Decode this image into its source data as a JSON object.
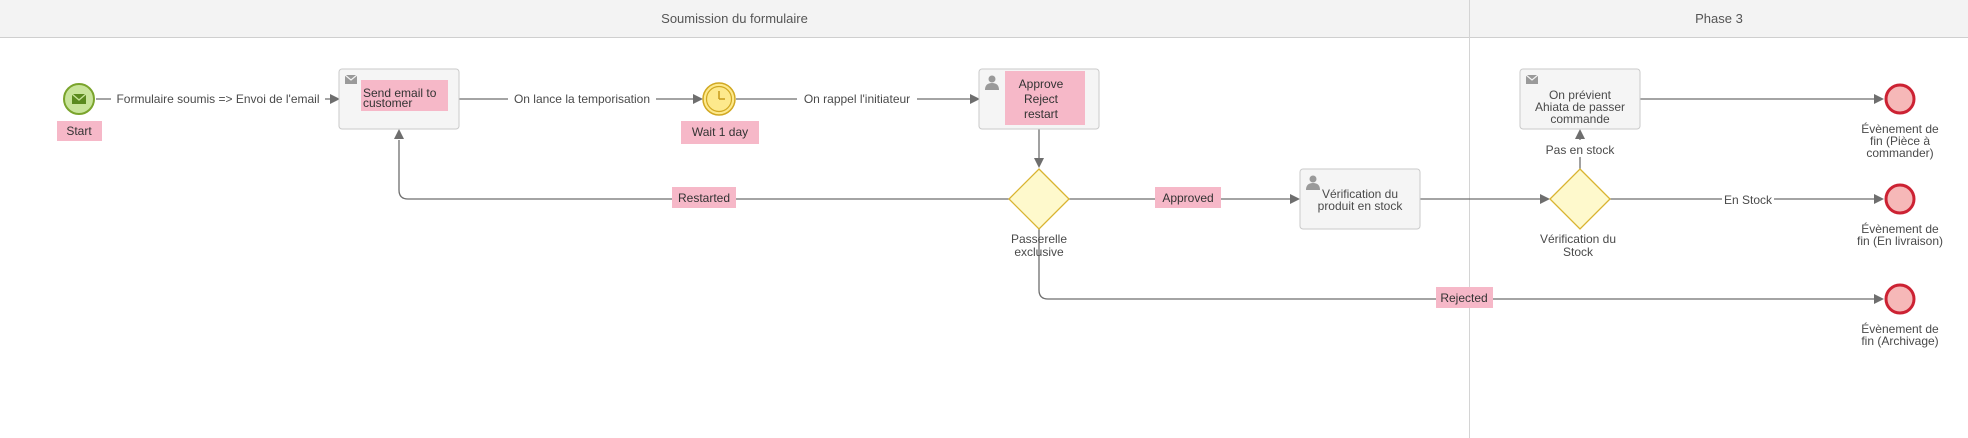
{
  "lanes": {
    "lane1_title": "Soumission du formulaire",
    "lane2_title": "Phase 3"
  },
  "events": {
    "start": "Start",
    "timer": "Wait 1 day",
    "end1": [
      "Évènement de",
      "fin (Pièce à",
      "commander)"
    ],
    "end2": [
      "Évènement de",
      "fin (En livraison)"
    ],
    "end3": [
      "Évènement de",
      "fin (Archivage)"
    ]
  },
  "tasks": {
    "send_email": [
      "Send email to",
      "customer"
    ],
    "approve": [
      "Approve",
      "Reject",
      "restart"
    ],
    "verif_produit": [
      "Vérification du",
      "produit en stock"
    ],
    "on_previent": [
      "On prévient",
      "Ahiata de passer",
      "commande"
    ]
  },
  "gateways": {
    "exclusive": [
      "Passerelle",
      "exclusive"
    ],
    "stock": [
      "Vérification du",
      "Stock"
    ]
  },
  "flows": {
    "f1": "Formulaire soumis => Envoi de l'email",
    "f2": "On lance la temporisation",
    "f3": "On rappel l'initiateur",
    "restarted": "Restarted",
    "approved": "Approved",
    "rejected": "Rejected",
    "pas_en_stock": "Pas en stock",
    "en_stock": "En Stock"
  },
  "colors": {
    "label_pink": "#f6b8c8",
    "end_red": "#cc2233",
    "start_green": "#7aa42c",
    "gateway_yellow": "#d9b431"
  },
  "icons": {
    "start": "envelope-icon",
    "send_task": "envelope-icon",
    "user_task": "user-icon",
    "timer": "clock-icon"
  }
}
